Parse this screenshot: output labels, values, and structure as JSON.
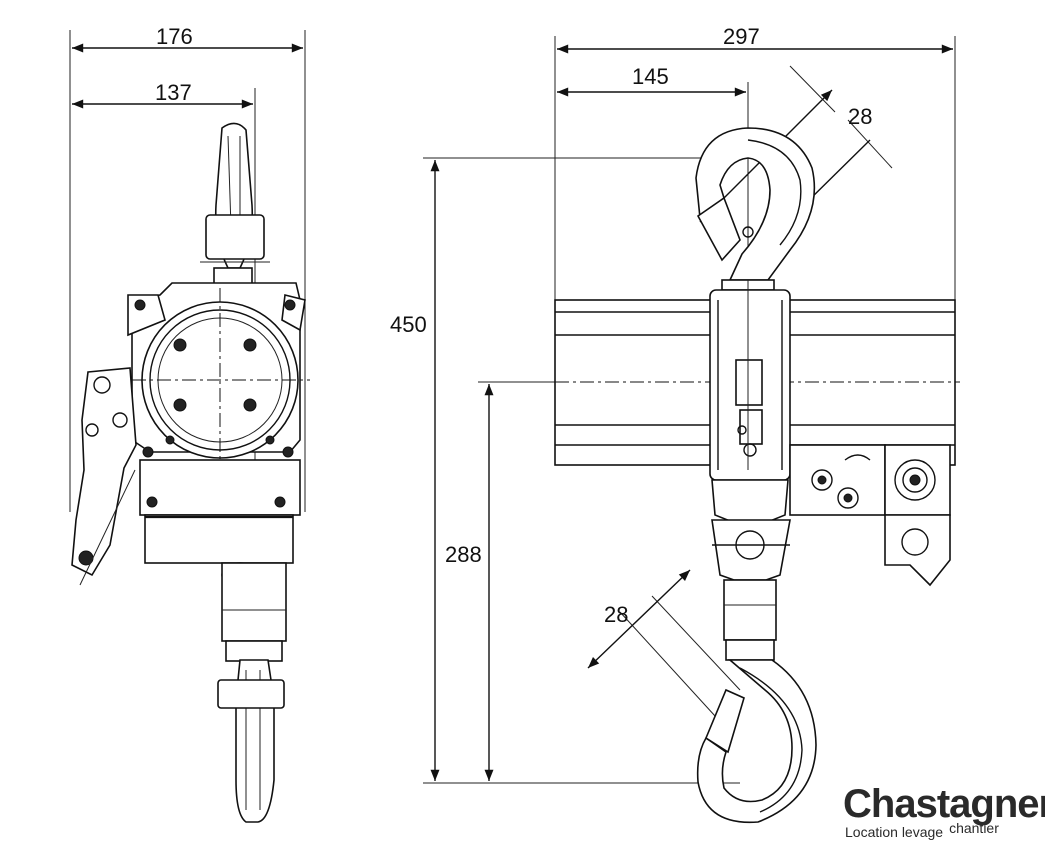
{
  "dimensions": {
    "side_width_total": "176",
    "side_width_inner": "137",
    "front_width_total": "297",
    "front_width_to_center": "145",
    "top_hook_opening": "28",
    "overall_height": "450",
    "lower_height": "288",
    "bottom_hook_opening": "28"
  },
  "logo": {
    "name": "Chastagner",
    "tagline": "Location levage",
    "tagline_2": "chantier",
    "accent_color": "#d0021b"
  },
  "colors": {
    "line": "#111111",
    "background": "#ffffff"
  }
}
